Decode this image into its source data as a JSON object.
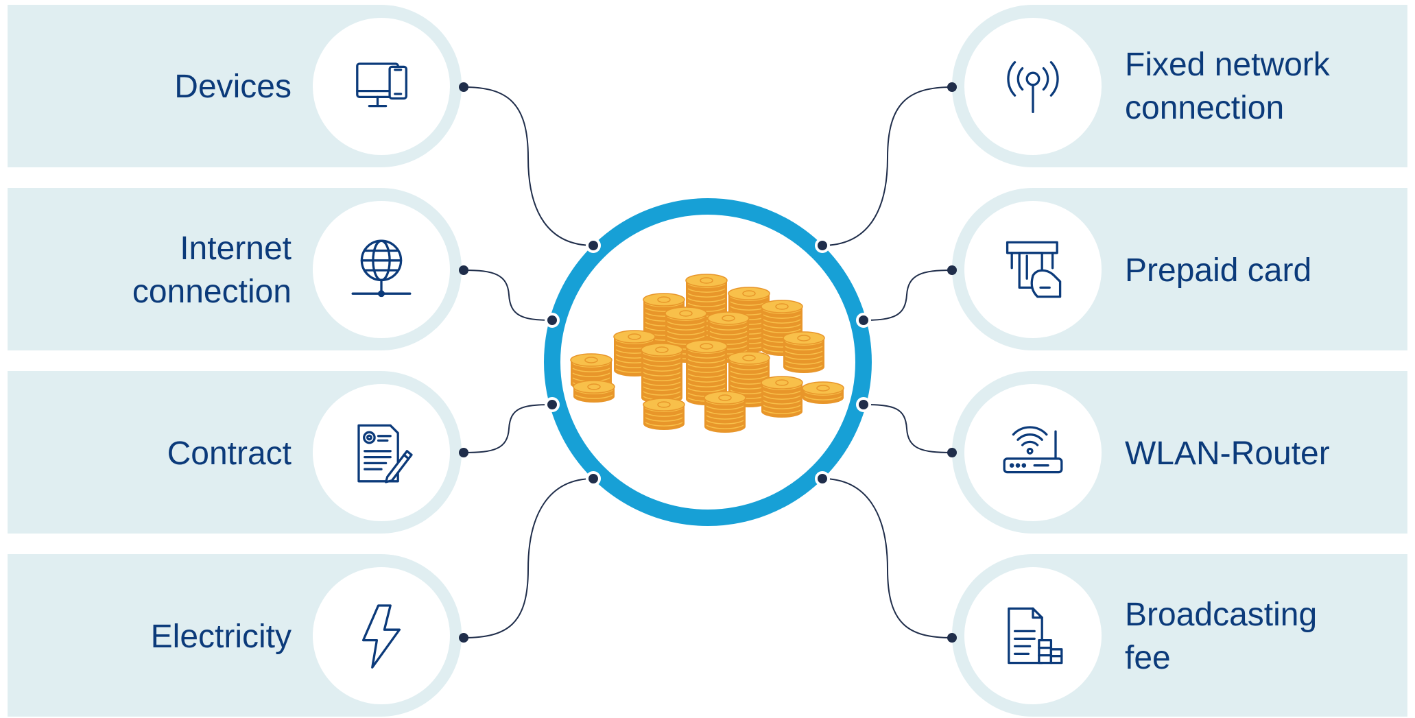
{
  "colors": {
    "band": "#e0eef1",
    "text": "#0b3a7a",
    "icon": "#0b3a7a",
    "ring": "#17a0d6",
    "connector": "#1f2d4a",
    "dot": "#1f2d4a",
    "coin_light": "#f8c04a",
    "coin_dark": "#e8962a"
  },
  "items": {
    "devices": {
      "label_lines": [
        "Devices"
      ],
      "icon": "computer-phone-icon"
    },
    "internet": {
      "label_lines": [
        "Internet",
        "connection"
      ],
      "icon": "globe-network-icon"
    },
    "contract": {
      "label_lines": [
        "Contract"
      ],
      "icon": "contract-document-icon"
    },
    "electricity": {
      "label_lines": [
        "Electricity"
      ],
      "icon": "lightning-bolt-icon"
    },
    "fixed": {
      "label_lines": [
        "Fixed network",
        "connection"
      ],
      "icon": "antenna-signal-icon"
    },
    "prepaid": {
      "label_lines": [
        "Prepaid card"
      ],
      "icon": "card-in-atm-icon"
    },
    "wlan": {
      "label_lines": [
        "WLAN-Router"
      ],
      "icon": "wifi-router-icon"
    },
    "broadcasting": {
      "label_lines": [
        "Broadcasting",
        "fee"
      ],
      "icon": "fee-document-coins-icon"
    }
  },
  "center": {
    "icon": "euro-coin-stacks-icon"
  }
}
